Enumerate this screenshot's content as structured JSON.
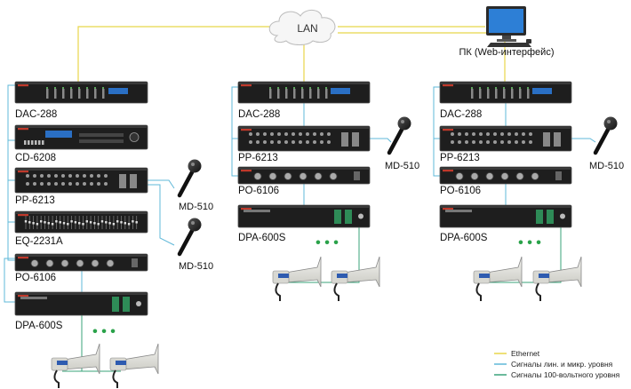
{
  "network": {
    "cloud_label": "LAN",
    "pc_label": "ПК (Web-интерфейс)"
  },
  "racks": [
    {
      "devices": [
        "DAC-288",
        "CD-6208",
        "PP-6213",
        "EQ-2231A",
        "PO-6106",
        "DPA-600S"
      ],
      "mics": [
        "MD-510",
        "MD-510"
      ]
    },
    {
      "devices": [
        "DAC-288",
        "PP-6213",
        "PO-6106",
        "DPA-600S"
      ],
      "mics": [
        "MD-510"
      ]
    },
    {
      "devices": [
        "DAC-288",
        "PP-6213",
        "PO-6106",
        "DPA-600S"
      ],
      "mics": [
        "MD-510"
      ]
    }
  ],
  "ellipsis": "• • •",
  "legend": [
    {
      "label": "Ethernet",
      "color": "#e8d64a"
    },
    {
      "label": "Сигналы лин. и микр. уровня",
      "color": "#5fb8d8"
    },
    {
      "label": "Сигналы 100-вольтного уровня",
      "color": "#3aa37a"
    }
  ],
  "colors": {
    "ethernet": "#e8d64a",
    "line": "#5fb8d8",
    "hv": "#3aa37a",
    "dots": "#2aa24a"
  }
}
